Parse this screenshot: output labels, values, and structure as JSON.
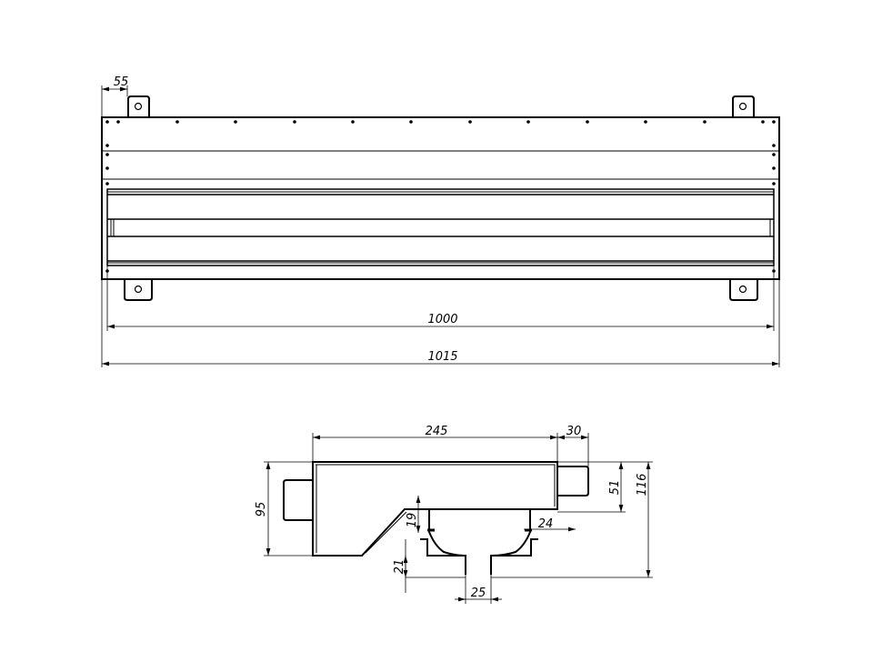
{
  "top_view": {
    "dimensions": {
      "bracket_offset": "55",
      "inner_length": "1000",
      "outer_length": "1015"
    }
  },
  "section_view": {
    "dimensions": {
      "body_width": "245",
      "pipe_length": "30",
      "body_height": "95",
      "pipe_height": "51",
      "total_height": "116",
      "grille_offset": "19",
      "grille_side": "24",
      "outlet_height": "21",
      "outlet_width": "25"
    }
  }
}
